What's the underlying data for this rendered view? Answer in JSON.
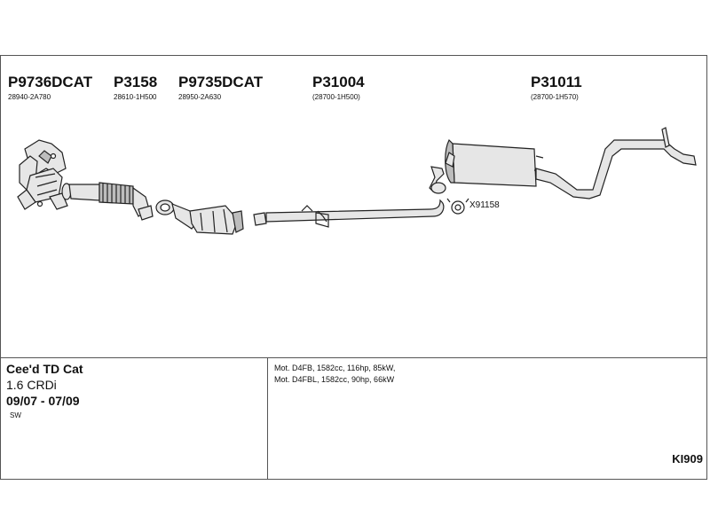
{
  "parts": [
    {
      "number": "P9736DCAT",
      "oem": "28940-2A780"
    },
    {
      "number": "P3158",
      "oem": "28610-1H500"
    },
    {
      "number": "P9735DCAT",
      "oem": "28950-2A630"
    },
    {
      "number": "P31004",
      "oem": "(28700-1H500)"
    },
    {
      "number": "P31011",
      "oem": "(28700-1H570)"
    }
  ],
  "clamp": {
    "label": "X91158"
  },
  "vehicle": {
    "model": "Cee'd TD Cat",
    "engine": "1.6 CRDi",
    "years": "09/07 - 07/09",
    "body": "SW"
  },
  "motors": [
    "Mot. D4FB, 1582cc, 116hp, 85kW,",
    "Mot. D4FBL, 1582cc, 90hp, 66kW"
  ],
  "code": "KI909",
  "colors": {
    "line": "#222222",
    "fill": "#e6e6e6",
    "shade": "#bdbdbd",
    "border": "#555555"
  }
}
